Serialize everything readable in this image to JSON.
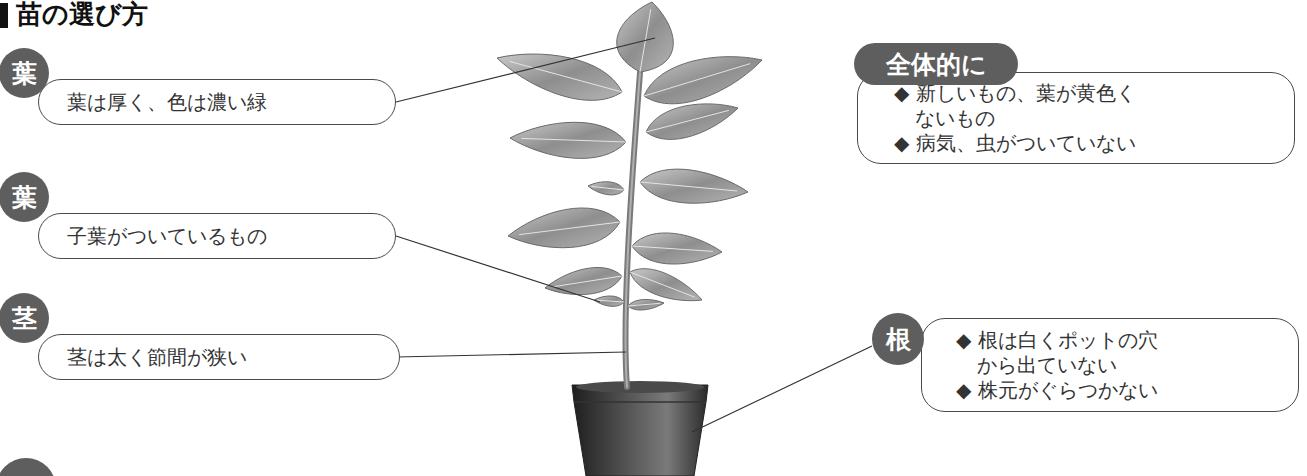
{
  "diagram": {
    "title": "苗の選び方",
    "nodes": [
      {
        "text": [
          "葉",
          "葉は厚く、色は濃い緑"
        ]
      },
      {
        "text": [
          "葉",
          "子葉がついているもの"
        ]
      },
      {
        "text": [
          "茎",
          "茎は太く節間が狭い"
        ]
      },
      {
        "text": [
          "全体的に",
          "◆ 新しいもの、葉が黄色く ないもの",
          "◆ 病気、虫がついていない"
        ]
      },
      {
        "text": [
          "根",
          "◆ 根は白くポットの穴 から出ていない",
          "◆ 株元がぐらつかない"
        ]
      }
    ]
  }
}
